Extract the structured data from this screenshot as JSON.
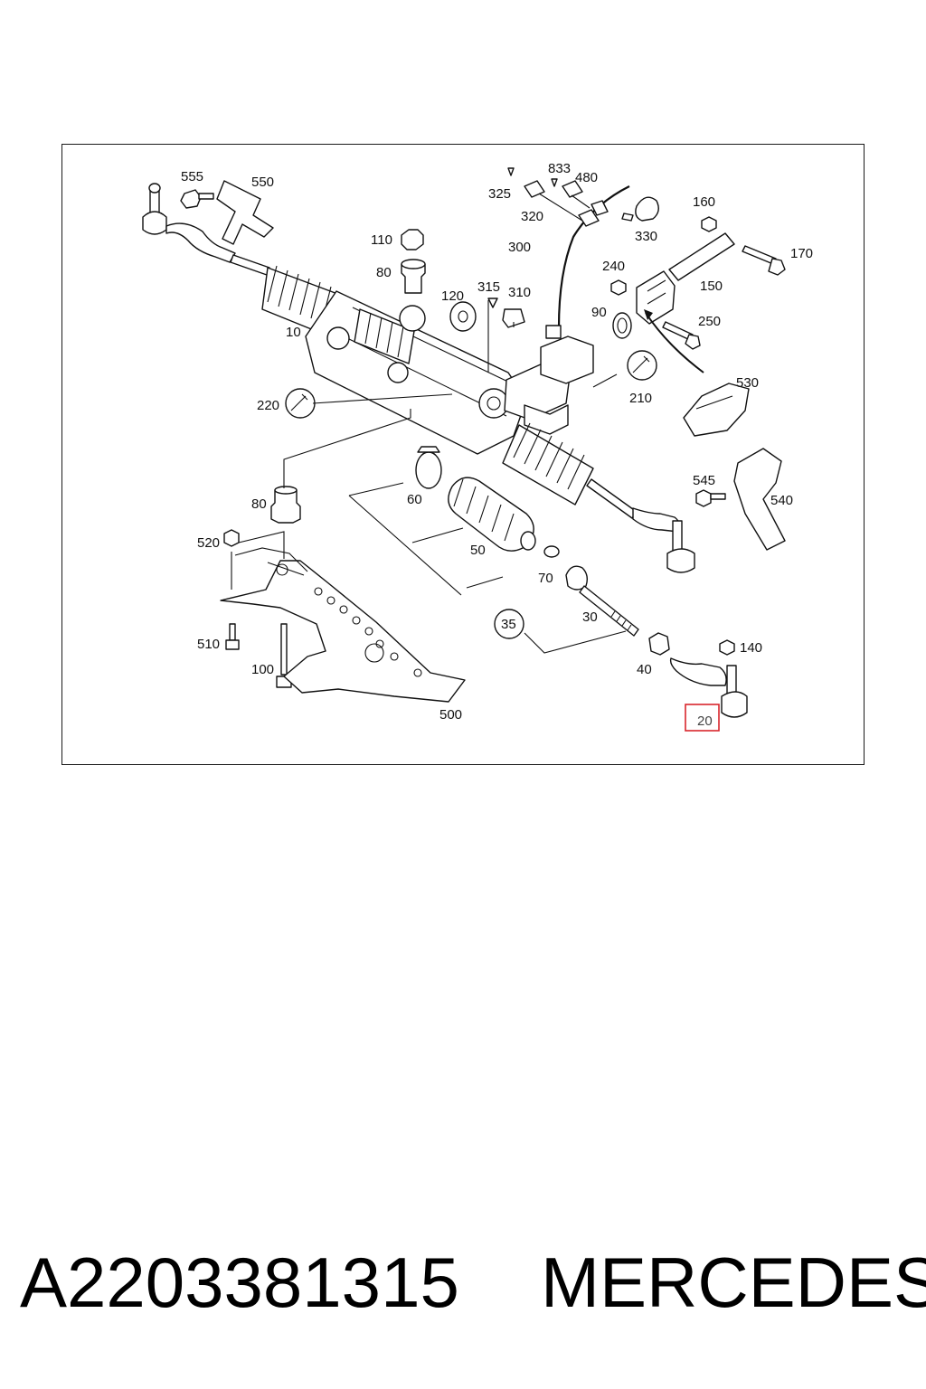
{
  "diagram": {
    "callouts": {
      "c10": "10",
      "c20": "20",
      "c30": "30",
      "c35": "35",
      "c40": "40",
      "c50": "50",
      "c60": "60",
      "c70": "70",
      "c80a": "80",
      "c80b": "80",
      "c90": "90",
      "c100": "100",
      "c110": "110",
      "c120": "120",
      "c140": "140",
      "c150": "150",
      "c160": "160",
      "c170": "170",
      "c210": "210",
      "c220": "220",
      "c240": "240",
      "c250": "250",
      "c300": "300",
      "c310": "310",
      "c315": "315",
      "c320": "320",
      "c325": "325",
      "c330": "330",
      "c480": "480",
      "c500": "500",
      "c510": "510",
      "c520": "520",
      "c530": "530",
      "c540": "540",
      "c545": "545",
      "c550": "550",
      "c555": "555",
      "c833": "833"
    },
    "highlighted_part": "20",
    "highlight_color": "#d9262c"
  },
  "footer": {
    "part_number": "A2203381315",
    "brand": "MERCEDES"
  }
}
